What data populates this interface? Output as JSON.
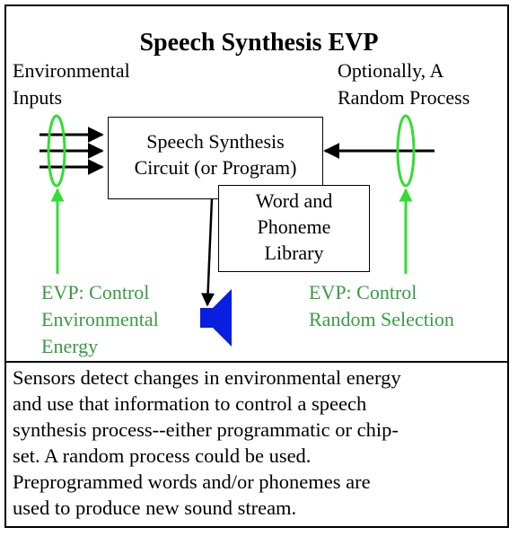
{
  "title": "Speech Synthesis EVP",
  "inputs_label": [
    "Environmental",
    "Inputs"
  ],
  "random_label": [
    "Optionally, A",
    "Random Process"
  ],
  "circuit_box": [
    "Speech Synthesis",
    "Circuit (or Program)"
  ],
  "library_box": [
    "Word and",
    "Phoneme",
    "Library"
  ],
  "evp_env": [
    "EVP: Control",
    "Environmental",
    "Energy"
  ],
  "evp_random": [
    "EVP: Control",
    "Random Selection"
  ],
  "description": [
    "Sensors detect changes in environmental energy",
    "and use that information to control a speech",
    "synthesis process--either programmatic or chip-",
    "set. A random process could be used.",
    "Preprogrammed words and/or phonemes are",
    "used to produce new sound stream."
  ],
  "colors": {
    "evp_green": "#3a9a44",
    "arrow_green": "#33dd33",
    "speaker_blue": "#0a1ee0"
  },
  "icons": {
    "speaker": "speaker-icon"
  }
}
